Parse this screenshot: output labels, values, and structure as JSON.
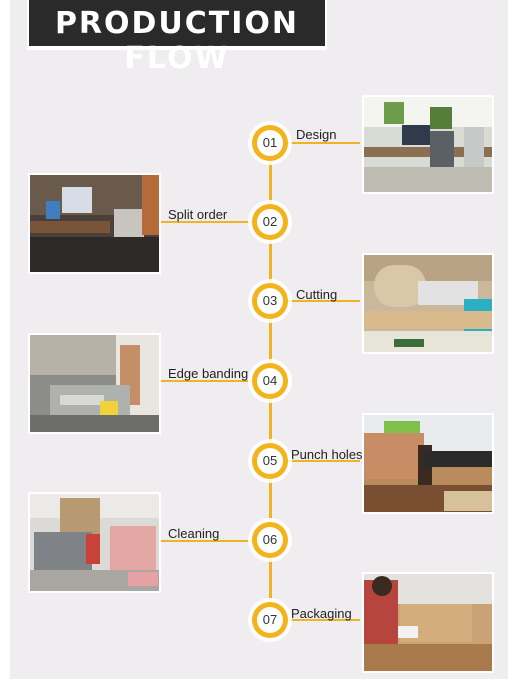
{
  "title": "PRODUCTION FLOW",
  "steps": [
    {
      "num": "01",
      "label": "Design"
    },
    {
      "num": "02",
      "label": "Split order"
    },
    {
      "num": "03",
      "label": "Cutting"
    },
    {
      "num": "04",
      "label": "Edge banding"
    },
    {
      "num": "05",
      "label": "Punch holes"
    },
    {
      "num": "06",
      "label": "Cleaning"
    },
    {
      "num": "07",
      "label": "Packaging"
    }
  ],
  "colors": {
    "accent": "#f2b31c",
    "title_bg": "#2a2a2a",
    "panel_bg": "#efedef"
  }
}
